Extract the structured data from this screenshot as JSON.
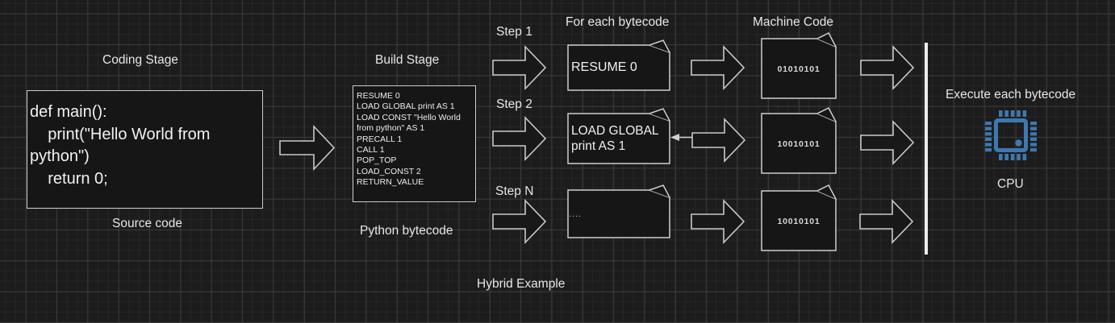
{
  "canvas": {
    "background": "#1c1c1c",
    "grid_minor_color": "#262626",
    "grid_major_color": "#3a3a3a",
    "stroke_color": "#cdcdcd",
    "footer_title": "Hybrid Example"
  },
  "coding_stage": {
    "title": "Coding Stage",
    "source_code": "def main():\n    print(\"Hello World from python\")\n    return 0;",
    "caption": "Source code"
  },
  "build_stage": {
    "title": "Build Stage",
    "instructions": [
      "RESUME 0",
      "LOAD GLOBAL print AS 1",
      "LOAD CONST \"Hello World from python\" AS 1",
      "PRECALL 1",
      "CALL 1",
      "POP_TOP",
      "LOAD_CONST 2",
      "RETURN_VALUE"
    ],
    "caption": "Python bytecode"
  },
  "pipeline": {
    "bytecode_column_title": "For each bytecode",
    "machine_column_title": "Machine Code",
    "rows": [
      {
        "step": "Step 1",
        "bytecode": "RESUME 0",
        "machine": "01010101"
      },
      {
        "step": "Step 2",
        "bytecode": "LOAD GLOBAL print AS 1",
        "machine": "10010101"
      },
      {
        "step": "Step N",
        "bytecode": "....",
        "machine": "10010101"
      }
    ]
  },
  "execute": {
    "title": "Execute each bytecode",
    "icon": "cpu-chip-icon",
    "icon_color": "#3e78b0",
    "caption": "CPU"
  }
}
